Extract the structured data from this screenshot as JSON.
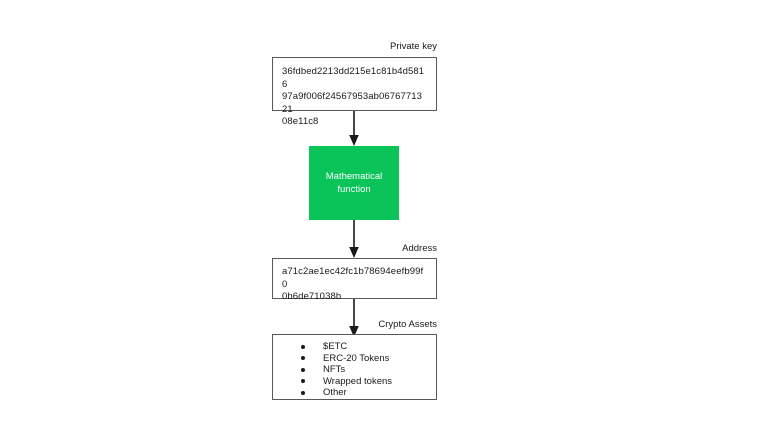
{
  "diagram": {
    "title_none": "",
    "background_color": "#ffffff",
    "accent_color": "#0ac45a",
    "line_color": "#595959",
    "text_color": "#1a1a1a"
  },
  "nodes": {
    "private_key": {
      "label": "Private key",
      "value": "36fdbed2213dd215e1c81b4d5816\n97a9f006f24567953ab0676771321\n08e11c8"
    },
    "math_function": {
      "label": "Mathematical\nfunction",
      "fill_color": "#0ac45a",
      "text_color": "#ffffff"
    },
    "address": {
      "label": "Address",
      "value": "a71c2ae1ec42fc1b78694eefb99f0\n0b6de71038b"
    },
    "crypto_assets": {
      "label": "Crypto Assets",
      "items": [
        "$ETC",
        "ERC-20 Tokens",
        "NFTs",
        "Wrapped tokens",
        "Other"
      ]
    }
  },
  "connectors": [
    {
      "from": "private_key",
      "to": "math_function"
    },
    {
      "from": "math_function",
      "to": "address"
    },
    {
      "from": "address",
      "to": "crypto_assets"
    }
  ]
}
